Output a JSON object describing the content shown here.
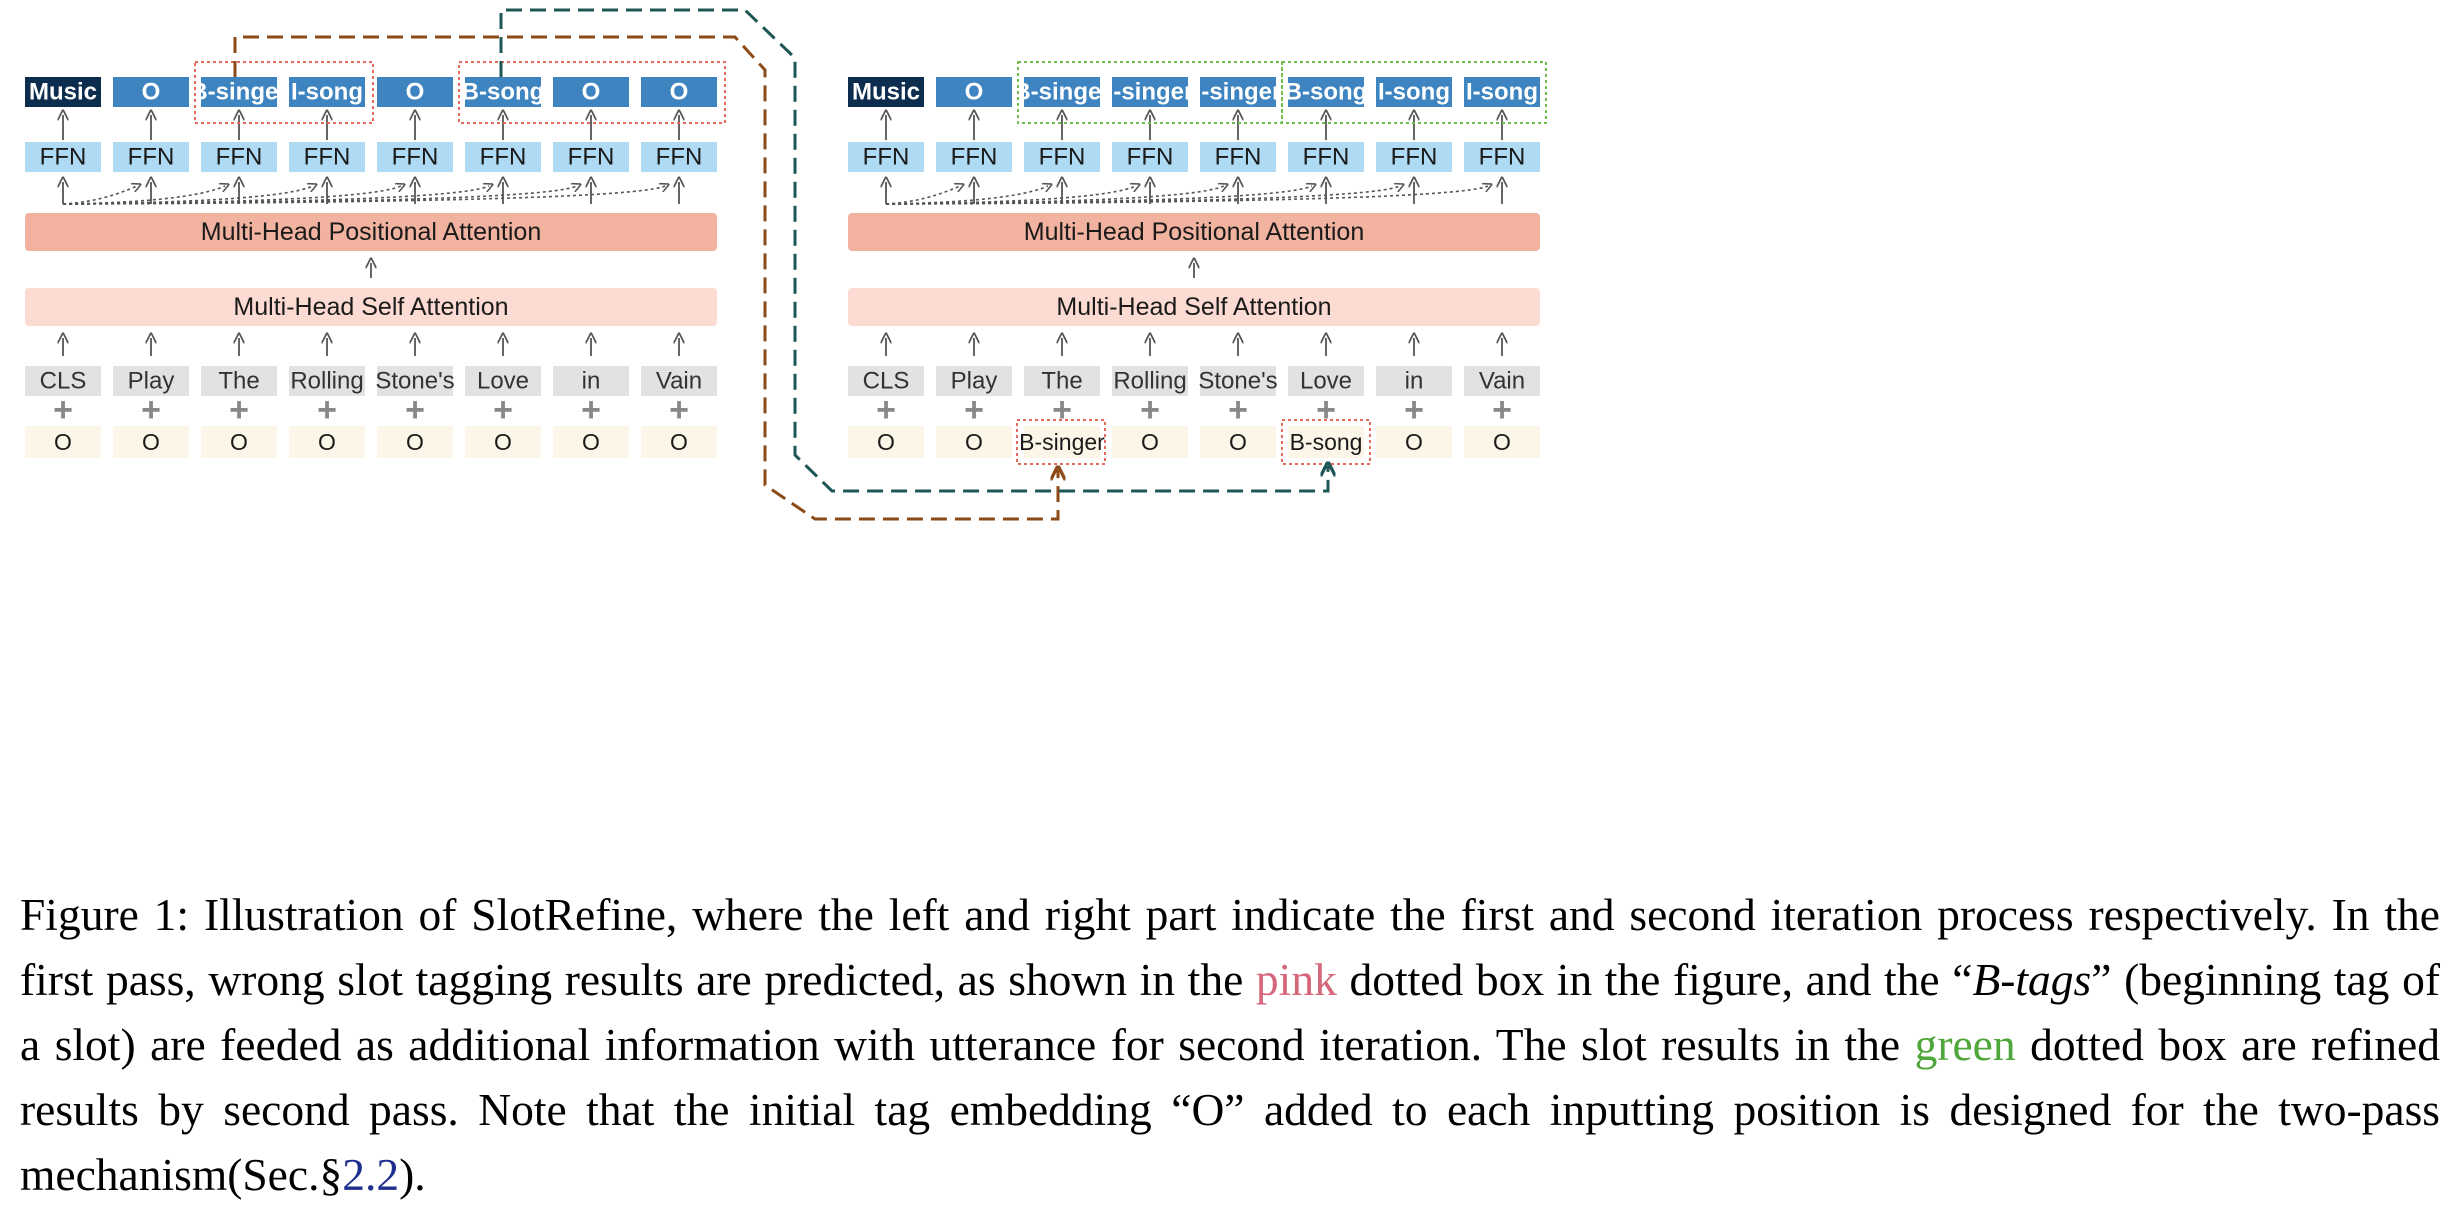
{
  "diagram": {
    "left": {
      "outputs": [
        "Music",
        "O",
        "B-singer",
        "I-song",
        "O",
        "B-song",
        "O",
        "O"
      ],
      "ffn": [
        "FFN",
        "FFN",
        "FFN",
        "FFN",
        "FFN",
        "FFN",
        "FFN",
        "FFN"
      ],
      "positional_attention": "Multi-Head Positional Attention",
      "self_attention": "Multi-Head Self Attention",
      "tokens": [
        "CLS",
        "Play",
        "The",
        "Rolling",
        "Stone's",
        "Love",
        "in",
        "Vain"
      ],
      "plus": "+",
      "tags": [
        "O",
        "O",
        "O",
        "O",
        "O",
        "O",
        "O",
        "O"
      ]
    },
    "right": {
      "outputs": [
        "Music",
        "O",
        "B-singer",
        "I-singer",
        "I-singer",
        "B-song",
        "I-song",
        "I-song"
      ],
      "ffn": [
        "FFN",
        "FFN",
        "FFN",
        "FFN",
        "FFN",
        "FFN",
        "FFN",
        "FFN"
      ],
      "positional_attention": "Multi-Head Positional Attention",
      "self_attention": "Multi-Head Self Attention",
      "tokens": [
        "CLS",
        "Play",
        "The",
        "Rolling",
        "Stone's",
        "Love",
        "in",
        "Vain"
      ],
      "plus": "+",
      "tags": [
        "O",
        "O",
        "B-singer",
        "O",
        "O",
        "B-song",
        "O",
        "O"
      ]
    },
    "colors": {
      "output_first": "#0d2d4e",
      "output": "#3e84c0",
      "ffn": "#aedaf4",
      "positional_attention": "#f1b29f",
      "self_attention": "#fcdcd2",
      "token": "#e2e2e2",
      "tag": "#fbf6e8",
      "pink_box": "#e36a5a",
      "green_box": "#6cc04a",
      "brown_arrow": "#8b4a16",
      "teal_arrow": "#1e5656",
      "arrow": "#555555"
    }
  },
  "caption": {
    "p1": "Figure 1: Illustration of SlotRefine, where the left and right part indicate the first and second iteration process respectively. In the first pass, wrong slot tagging results are predicted, as shown in the ",
    "pink_word": "pink",
    "p2": " dotted box in the figure, and the “",
    "btags": "B-tags",
    "p3": "” (beginning tag of a slot) are feeded as additional information with utterance for second iteration. The slot results in the ",
    "green_word": "green",
    "p4": " dotted box are refined results by second pass. Note that the initial tag embedding “O” added to each inputting position is designed for the two-pass mechanism(Sec.§",
    "ref": "2.2",
    "p5": ")."
  }
}
